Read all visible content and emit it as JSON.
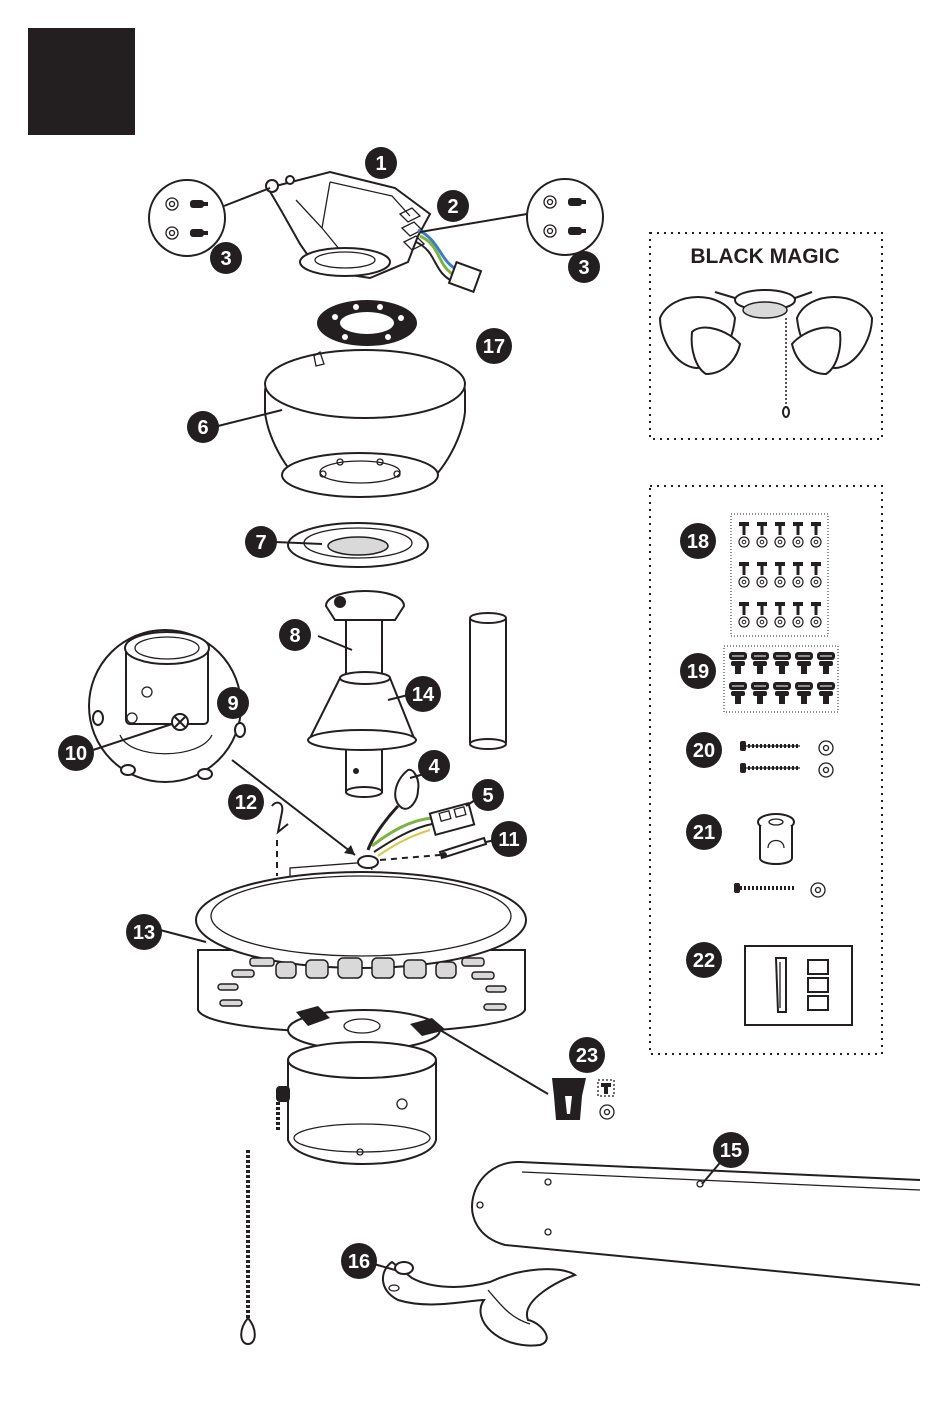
{
  "diagram": {
    "header_block_color": "#231f20",
    "callout_color": "#231f20",
    "light_kit_title": "BLACK MAGIC",
    "callouts": [
      {
        "id": "c1",
        "label": "1"
      },
      {
        "id": "c2",
        "label": "2"
      },
      {
        "id": "c3a",
        "label": "3"
      },
      {
        "id": "c3b",
        "label": "3"
      },
      {
        "id": "c4",
        "label": "4"
      },
      {
        "id": "c5",
        "label": "5"
      },
      {
        "id": "c6",
        "label": "6"
      },
      {
        "id": "c7",
        "label": "7"
      },
      {
        "id": "c8",
        "label": "8"
      },
      {
        "id": "c9",
        "label": "9"
      },
      {
        "id": "c10",
        "label": "10"
      },
      {
        "id": "c11",
        "label": "11"
      },
      {
        "id": "c12",
        "label": "12"
      },
      {
        "id": "c13",
        "label": "13"
      },
      {
        "id": "c14",
        "label": "14"
      },
      {
        "id": "c15",
        "label": "15"
      },
      {
        "id": "c16",
        "label": "16"
      },
      {
        "id": "c17",
        "label": "17"
      },
      {
        "id": "c18",
        "label": "18"
      },
      {
        "id": "c19",
        "label": "19"
      },
      {
        "id": "c20",
        "label": "20"
      },
      {
        "id": "c21",
        "label": "21"
      },
      {
        "id": "c22",
        "label": "22"
      },
      {
        "id": "c23",
        "label": "23"
      }
    ]
  }
}
